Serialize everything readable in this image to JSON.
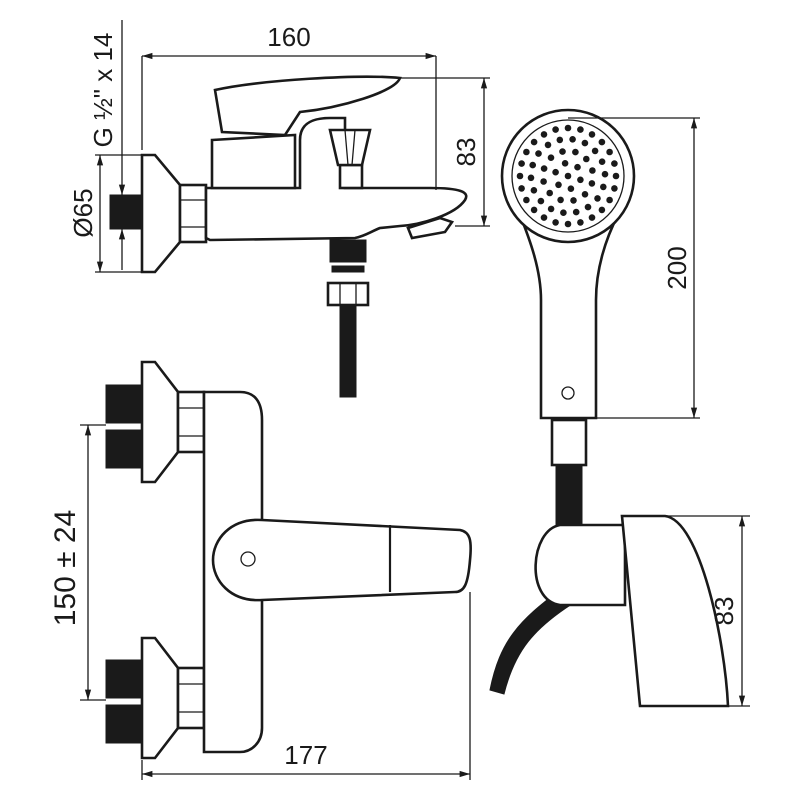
{
  "dimensions": {
    "width_top": "160",
    "height_spout": "83",
    "thread": "G ½\" x 14",
    "flange_diameter": "Ø65",
    "shower_length": "200",
    "holder_height": "83",
    "centers": "150 ± 24",
    "width_bottom": "177"
  },
  "colors": {
    "stroke": "#1a1a1a",
    "background": "#ffffff"
  }
}
